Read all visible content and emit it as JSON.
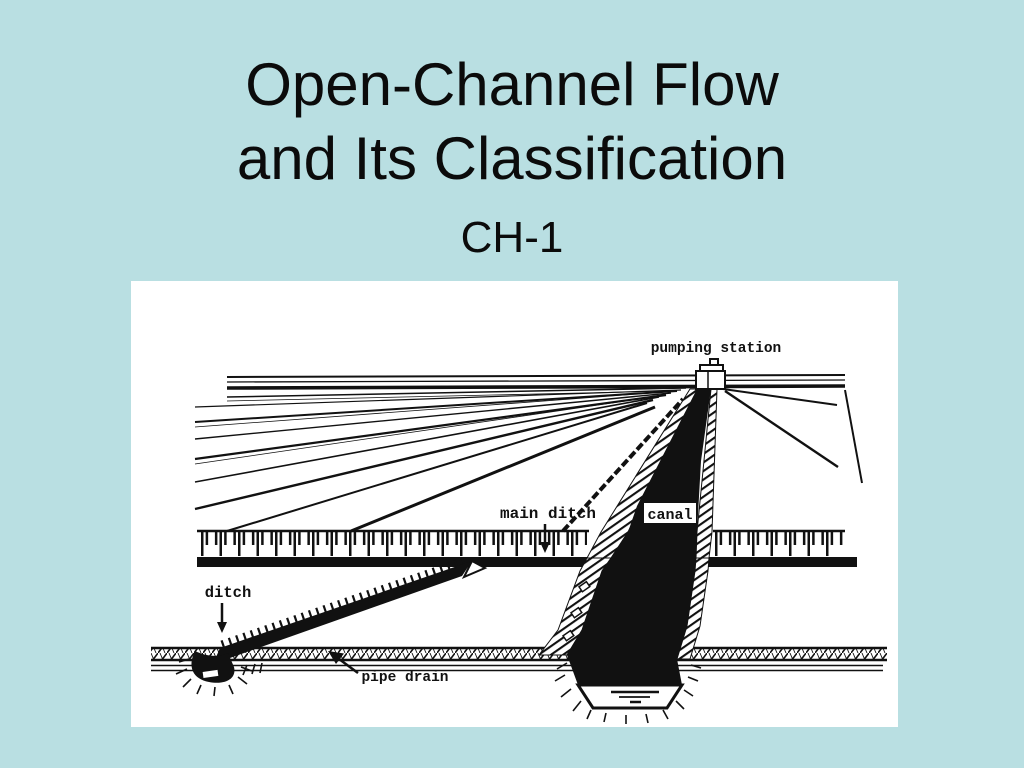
{
  "slide": {
    "background_color": "#b9dfe2",
    "title_line1": "Open-Channel Flow",
    "title_line2": "and Its Classification",
    "subtitle": "CH-1",
    "text_color": "#0b0b0b"
  },
  "figure": {
    "background_color": "#ffffff",
    "ink_color": "#111111",
    "labels": {
      "pumping_station": "pumping station",
      "main_ditch": "main ditch",
      "canal": "canal",
      "ditch": "ditch",
      "pipe_drain": "pipe drain"
    }
  }
}
